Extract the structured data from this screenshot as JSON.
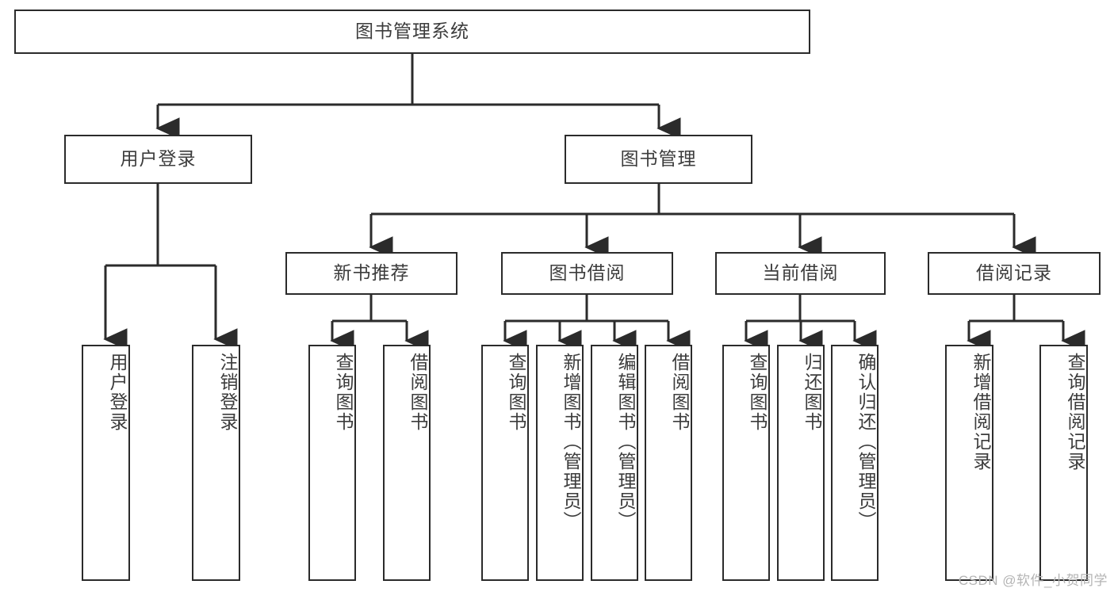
{
  "diagram": {
    "title": "图书管理系统",
    "type": "function-structure-tree",
    "style": {
      "box_border_color": "#2b2b2b",
      "box_fill_color": "#ffffff",
      "text_color": "#3c3c3c",
      "edge_color": "#2b2b2b",
      "background_color": "#ffffff",
      "watermark_color": "#b4b4b4"
    },
    "watermark": "CSDN @软件_小贺同学",
    "nodes": {
      "root": {
        "label": "图书管理系统",
        "orientation": "horizontal"
      },
      "level2": [
        {
          "id": "user-login",
          "label": "用户登录",
          "orientation": "horizontal"
        },
        {
          "id": "book-management",
          "label": "图书管理",
          "orientation": "horizontal"
        }
      ],
      "level3": [
        {
          "id": "new-book-recommend",
          "label": "新书推荐",
          "orientation": "horizontal"
        },
        {
          "id": "book-borrow",
          "label": "图书借阅",
          "orientation": "horizontal"
        },
        {
          "id": "current-borrow",
          "label": "当前借阅",
          "orientation": "horizontal"
        },
        {
          "id": "borrow-record",
          "label": "借阅记录",
          "orientation": "horizontal"
        }
      ],
      "leaves": {
        "user-login": [
          {
            "id": "leaf-user-login",
            "label": "用户登录",
            "orientation": "vertical"
          },
          {
            "id": "leaf-logout-login",
            "label": "注销登录",
            "orientation": "vertical"
          }
        ],
        "new-book-recommend": [
          {
            "id": "leaf-query-book-1",
            "label": "查询图书",
            "orientation": "vertical"
          },
          {
            "id": "leaf-borrow-book-1",
            "label": "借阅图书",
            "orientation": "vertical"
          }
        ],
        "book-borrow": [
          {
            "id": "leaf-query-book-2",
            "label": "查询图书",
            "orientation": "vertical"
          },
          {
            "id": "leaf-add-book",
            "label": "新增图书（管理员）",
            "orientation": "vertical"
          },
          {
            "id": "leaf-edit-book",
            "label": "编辑图书（管理员）",
            "orientation": "vertical"
          },
          {
            "id": "leaf-borrow-book-2",
            "label": "借阅图书",
            "orientation": "vertical"
          }
        ],
        "current-borrow": [
          {
            "id": "leaf-query-book-3",
            "label": "查询图书",
            "orientation": "vertical"
          },
          {
            "id": "leaf-return-book",
            "label": "归还图书",
            "orientation": "vertical"
          },
          {
            "id": "leaf-confirm-return",
            "label": "确认归还（管理员）",
            "orientation": "vertical"
          }
        ],
        "borrow-record": [
          {
            "id": "leaf-add-record",
            "label": "新增借阅记录",
            "orientation": "vertical"
          },
          {
            "id": "leaf-query-record",
            "label": "查询借阅记录",
            "orientation": "vertical"
          }
        ]
      }
    }
  }
}
